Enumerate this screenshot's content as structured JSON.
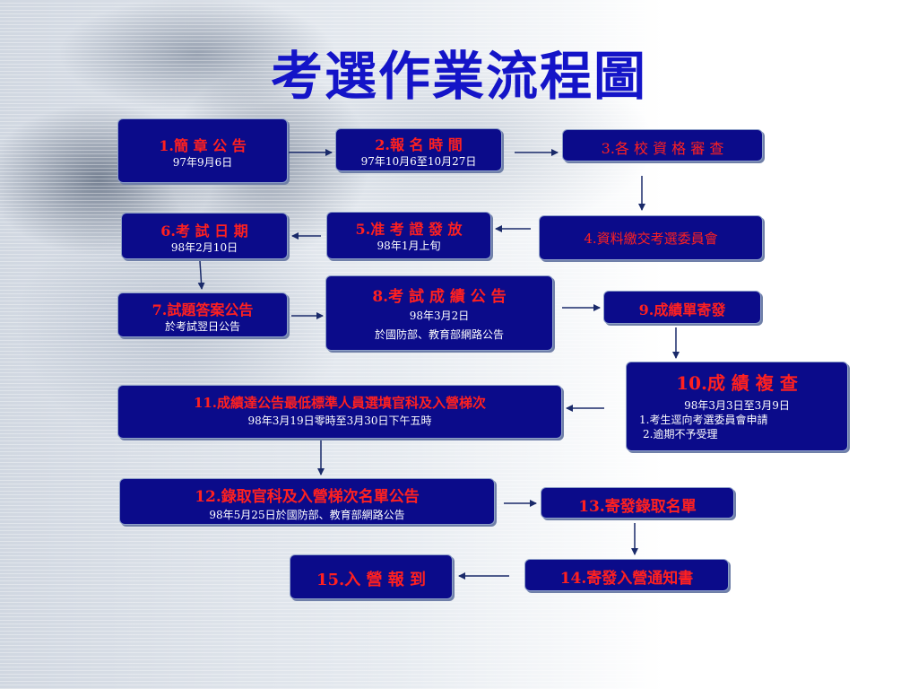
{
  "title": "考選作業流程圖",
  "steps": [
    {
      "title": "1.簡  章  公  告",
      "lines": [
        "97年9月6日"
      ]
    },
    {
      "title": "2.報  名  時  間",
      "lines": [
        "97年10月6至10月27日"
      ]
    },
    {
      "title": "3.各 校 資 格 審 查",
      "lines": []
    },
    {
      "title": "4.資料繳交考選委員會",
      "lines": []
    },
    {
      "title": "5.准 考 證 發 放",
      "lines": [
        "98年1月上旬"
      ]
    },
    {
      "title": "6.考  試  日  期",
      "lines": [
        "98年2月10日"
      ]
    },
    {
      "title": "7.試題答案公告",
      "lines": [
        "於考試翌日公告"
      ]
    },
    {
      "title": "8.考 試 成 績 公 告",
      "lines": [
        "98年3月2日",
        "於國防部、教育部網路公告"
      ]
    },
    {
      "title": "9.成績單寄發",
      "lines": []
    },
    {
      "title": "10.成  績  複  查",
      "lines": [
        "98年3月3日至3月9日",
        "1.考生逕向考選委員會申請",
        " 2.逾期不予受理"
      ]
    },
    {
      "title": "11.成績達公告最低標準人員選填官科及入營梯次",
      "lines": [
        "98年3月19日零時至3月30日下午五時"
      ]
    },
    {
      "title": "12.錄取官科及入營梯次名單公告",
      "lines": [
        "98年5月25日於國防部、教育部網路公告"
      ]
    },
    {
      "title": "13.寄發錄取名單",
      "lines": []
    },
    {
      "title": "14.寄發入營通知書",
      "lines": []
    },
    {
      "title": "15.入 營 報 到",
      "lines": []
    }
  ]
}
